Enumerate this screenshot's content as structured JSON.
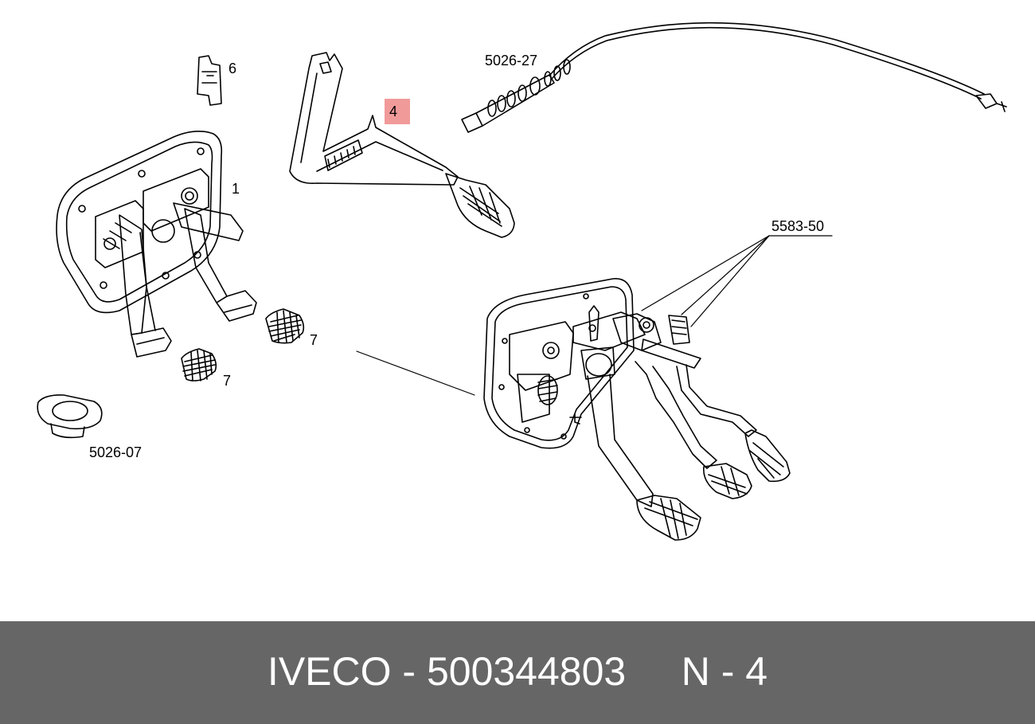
{
  "callouts": {
    "part_6": "6",
    "part_1": "1",
    "part_4": "4",
    "part_7a": "7",
    "part_7b": "7",
    "part_5026_27": "5026-27",
    "part_5583_50": "5583-50",
    "part_5026_07": "5026-07"
  },
  "footer": {
    "brand": "IVECO",
    "sep1": " - ",
    "part_number": "500344803",
    "gap": "     ",
    "position_letter": "N",
    "sep2": " - ",
    "position_number": "4"
  },
  "colors": {
    "footer_bg": "#666666",
    "footer_text": "#ffffff",
    "highlight": "#f19a9a",
    "line": "#000000"
  }
}
